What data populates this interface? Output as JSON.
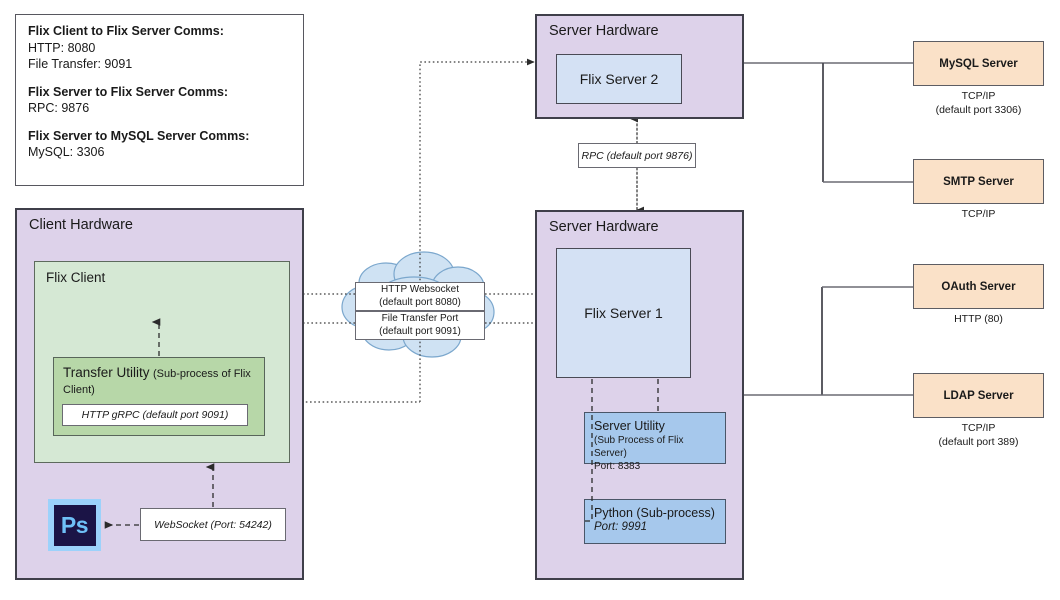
{
  "legend": {
    "groups": [
      {
        "head": "Flix Client to Flix Server Comms:",
        "lines": [
          "HTTP: 8080",
          "File Transfer: 9091"
        ]
      },
      {
        "head": "Flix Server to Flix Server Comms:",
        "lines": [
          "RPC: 9876"
        ]
      },
      {
        "head": "Flix Server to MySQL Server Comms:",
        "lines": [
          "MySQL: 3306"
        ]
      }
    ]
  },
  "client": {
    "hardware_title": "Client Hardware",
    "flix_client_title": "Flix Client",
    "transfer_utility": {
      "title": "Transfer Utility",
      "subtitle": "(Sub-process of Flix Client)",
      "grpc_label": "HTTP gRPC (default port 9091)"
    },
    "photoshop": {
      "icon_text": "Ps"
    },
    "websocket_label": "WebSocket (Port: 54242)"
  },
  "server2": {
    "hardware_title": "Server Hardware",
    "flix_server_label": "Flix Server 2"
  },
  "server1": {
    "hardware_title": "Server Hardware",
    "flix_server_label": "Flix Server 1",
    "server_utility": {
      "title": "Server Utility",
      "subtitle": "(Sub Process of Flix Server)",
      "port": "Port: 8383"
    },
    "python": {
      "title": "Python (Sub-process)",
      "port": "Port: 9991"
    }
  },
  "rpc_label": "RPC (default port 9876)",
  "cloud": {
    "websocket": {
      "line1": "HTTP Websocket",
      "line2": "(default port 8080)"
    },
    "file_transfer": {
      "line1": "File Transfer Port",
      "line2": "(default port 9091)"
    }
  },
  "external_servers": [
    {
      "name": "MySQL Server",
      "caption_line1": "TCP/IP",
      "caption_line2": "(default port 3306)"
    },
    {
      "name": "SMTP Server",
      "caption_line1": "TCP/IP",
      "caption_line2": ""
    },
    {
      "name": "OAuth Server",
      "caption_line1": "HTTP (80)",
      "caption_line2": ""
    },
    {
      "name": "LDAP Server",
      "caption_line1": "TCP/IP",
      "caption_line2": "(default port 389)"
    }
  ],
  "colors": {
    "hardware_purple": "#ddd2ea",
    "flix_client_green": "#d5e8d4",
    "transfer_utility_green": "#b7d7a8",
    "flix_server_blue": "#d4e1f4",
    "subprocess_blue": "#a6c8ec",
    "external_peach": "#fae1c8",
    "cloud_blue": "#cfe2f3",
    "photoshop_navy": "#1b1446",
    "photoshop_accent": "#6fc0f7"
  }
}
